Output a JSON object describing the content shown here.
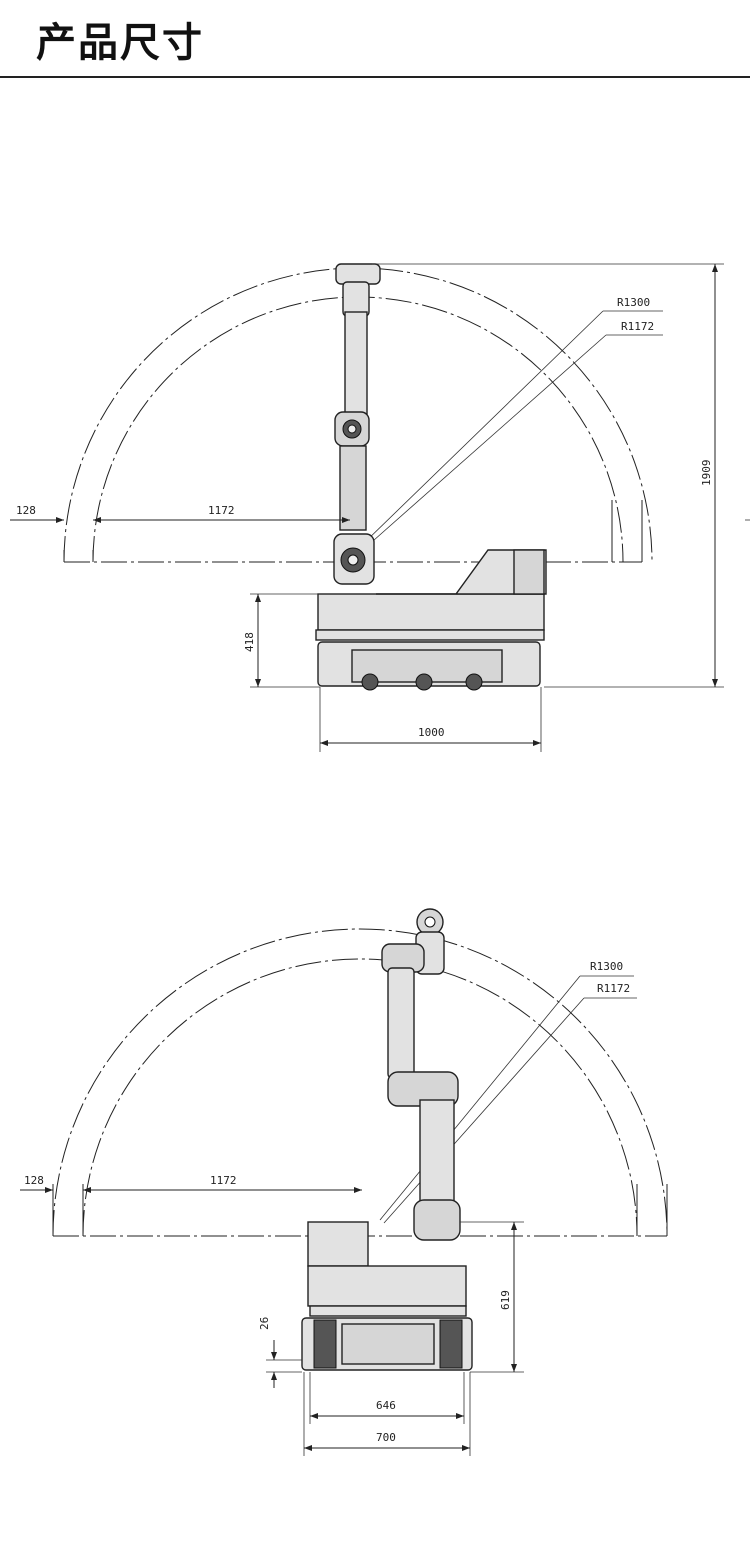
{
  "header": {
    "title": "产品尺寸"
  },
  "side_view": {
    "radius_outer": "R1300",
    "radius_inner": "R1172",
    "dim_offset": "128",
    "dim_reach": "1172",
    "dim_total_height": "1909",
    "dim_base_height": "418",
    "dim_length": "1000"
  },
  "front_view": {
    "radius_outer": "R1300",
    "radius_inner": "R1172",
    "dim_offset": "128",
    "dim_reach": "1172",
    "dim_height": "619",
    "dim_clearance": "26",
    "dim_inner_width": "646",
    "dim_width": "700"
  }
}
